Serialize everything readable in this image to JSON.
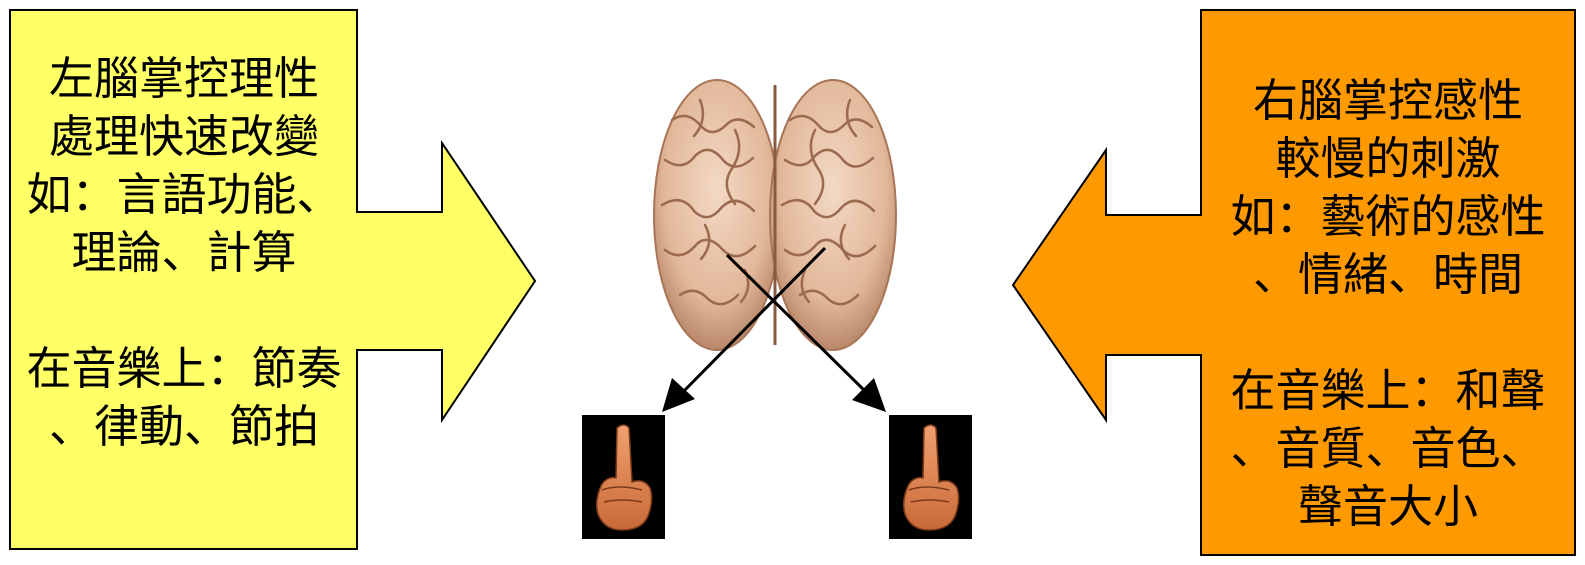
{
  "colors": {
    "left_panel_fill": "#ffff66",
    "right_panel_fill": "#ff9900",
    "outline": "#000000",
    "brain_base": "#e8c4a8",
    "brain_shadow": "#c99a7a",
    "hand_card_bg": "#000000",
    "hand_skin": "#e0864f"
  },
  "left_panel": {
    "lines_top": [
      "左腦掌控理性",
      "處理快速改變",
      "如：言語功能、",
      "理論、計算"
    ],
    "lines_bottom": [
      "在音樂上：節奏",
      "、律動、節拍"
    ]
  },
  "right_panel": {
    "lines_top": [
      "右腦掌控感性",
      "較慢的刺激",
      "如：藝術的感性",
      "、情緒、時間"
    ],
    "lines_bottom": [
      "在音樂上：和聲",
      "、音質、音色、",
      "聲音大小"
    ]
  },
  "center": {
    "brain_icon": "brain-illustration",
    "hand_icons": [
      "pointing-hand-icon",
      "pointing-hand-icon"
    ]
  }
}
